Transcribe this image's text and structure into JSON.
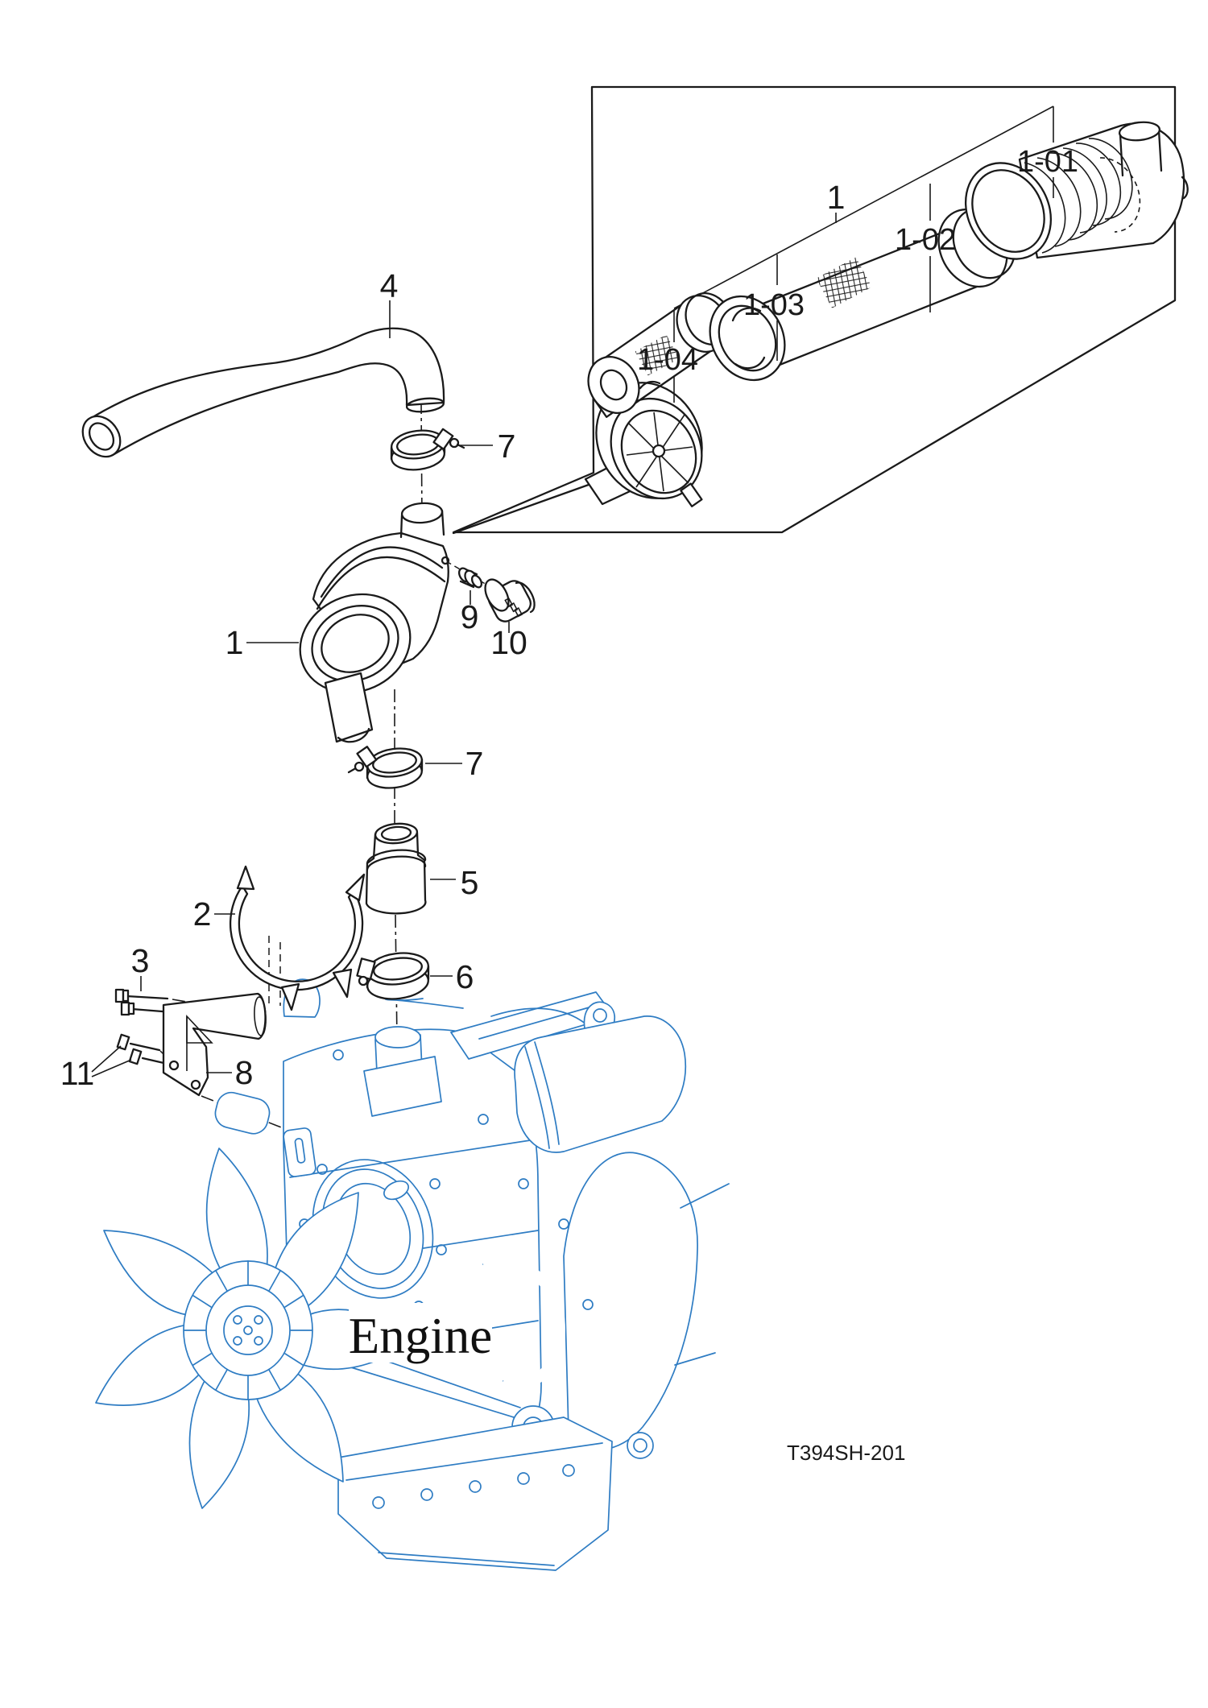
{
  "colors": {
    "ink": "#1a1a1a",
    "engine_blue": "#2e7cc3",
    "background": "#ffffff"
  },
  "inset": {
    "labels": {
      "assembly": "1",
      "housing": "1-01",
      "outer_element": "1-02",
      "inner_element": "1-03",
      "dust_cup": "1-04"
    }
  },
  "main": {
    "labels": {
      "air_cleaner": "1",
      "band": "2",
      "bolt": "3",
      "intake_pipe": "4",
      "hose": "5",
      "clamp_lower": "6",
      "clamp_upper": "7",
      "clamp_mid": "7",
      "bracket": "8",
      "fitting": "9",
      "cap": "10",
      "bolts_pair": "11"
    }
  },
  "engine": {
    "label": "Engine"
  },
  "footer": {
    "code": "T394SH-201"
  }
}
